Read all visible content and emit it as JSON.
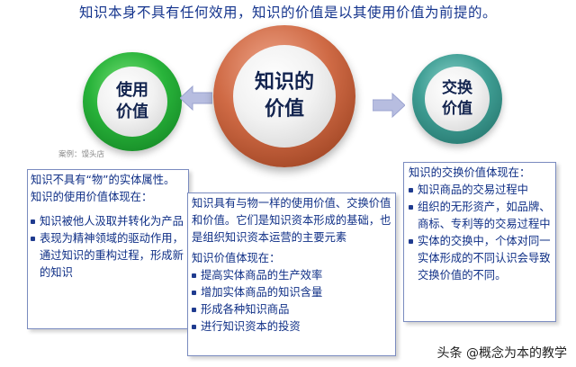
{
  "header": {
    "title": "知识本身不具有任何效用，知识的价值是以其使用价值为前提的。"
  },
  "circles": {
    "use": {
      "line1": "使用",
      "line2": "价值",
      "color": "#28b33a"
    },
    "value": {
      "line1": "知识的",
      "line2": "价值",
      "color": "#cf6a45"
    },
    "exchange": {
      "line1": "交换",
      "line2": "价值",
      "color": "#3f9e94"
    }
  },
  "caption": "案例：馒头店",
  "left_box": {
    "intro": "知识不具有“物”的实体属性。知识的使用价值体现在：",
    "items": [
      "知识被他人汲取并转化为产品",
      "表现为精神领域的驱动作用，通过知识的重构过程，形成新的知识"
    ]
  },
  "center_box": {
    "intro": "知识具有与物一样的使用价值、交换价值和价值。它们是知识资本形成的基础，也是组织知识资本运营的主要元素",
    "subhead": "知识价值体现在：",
    "items": [
      "提高实体商品的生产效率",
      "增加实体商品的知识含量",
      "形成各种知识商品",
      "进行知识资本的投资"
    ]
  },
  "right_box": {
    "intro": "知识的交换价值体现在：",
    "items": [
      "知识商品的交易过程中",
      "组织的无形资产，如品牌、商标、专利等的交易过程中",
      "实体的交换中，个体对同一实体形成的不同认识会导致交换价值的不同。"
    ]
  },
  "watermark": "头条 @概念为本的教学",
  "colors": {
    "text": "#0f2f86",
    "arrow": "#b7bde0"
  }
}
